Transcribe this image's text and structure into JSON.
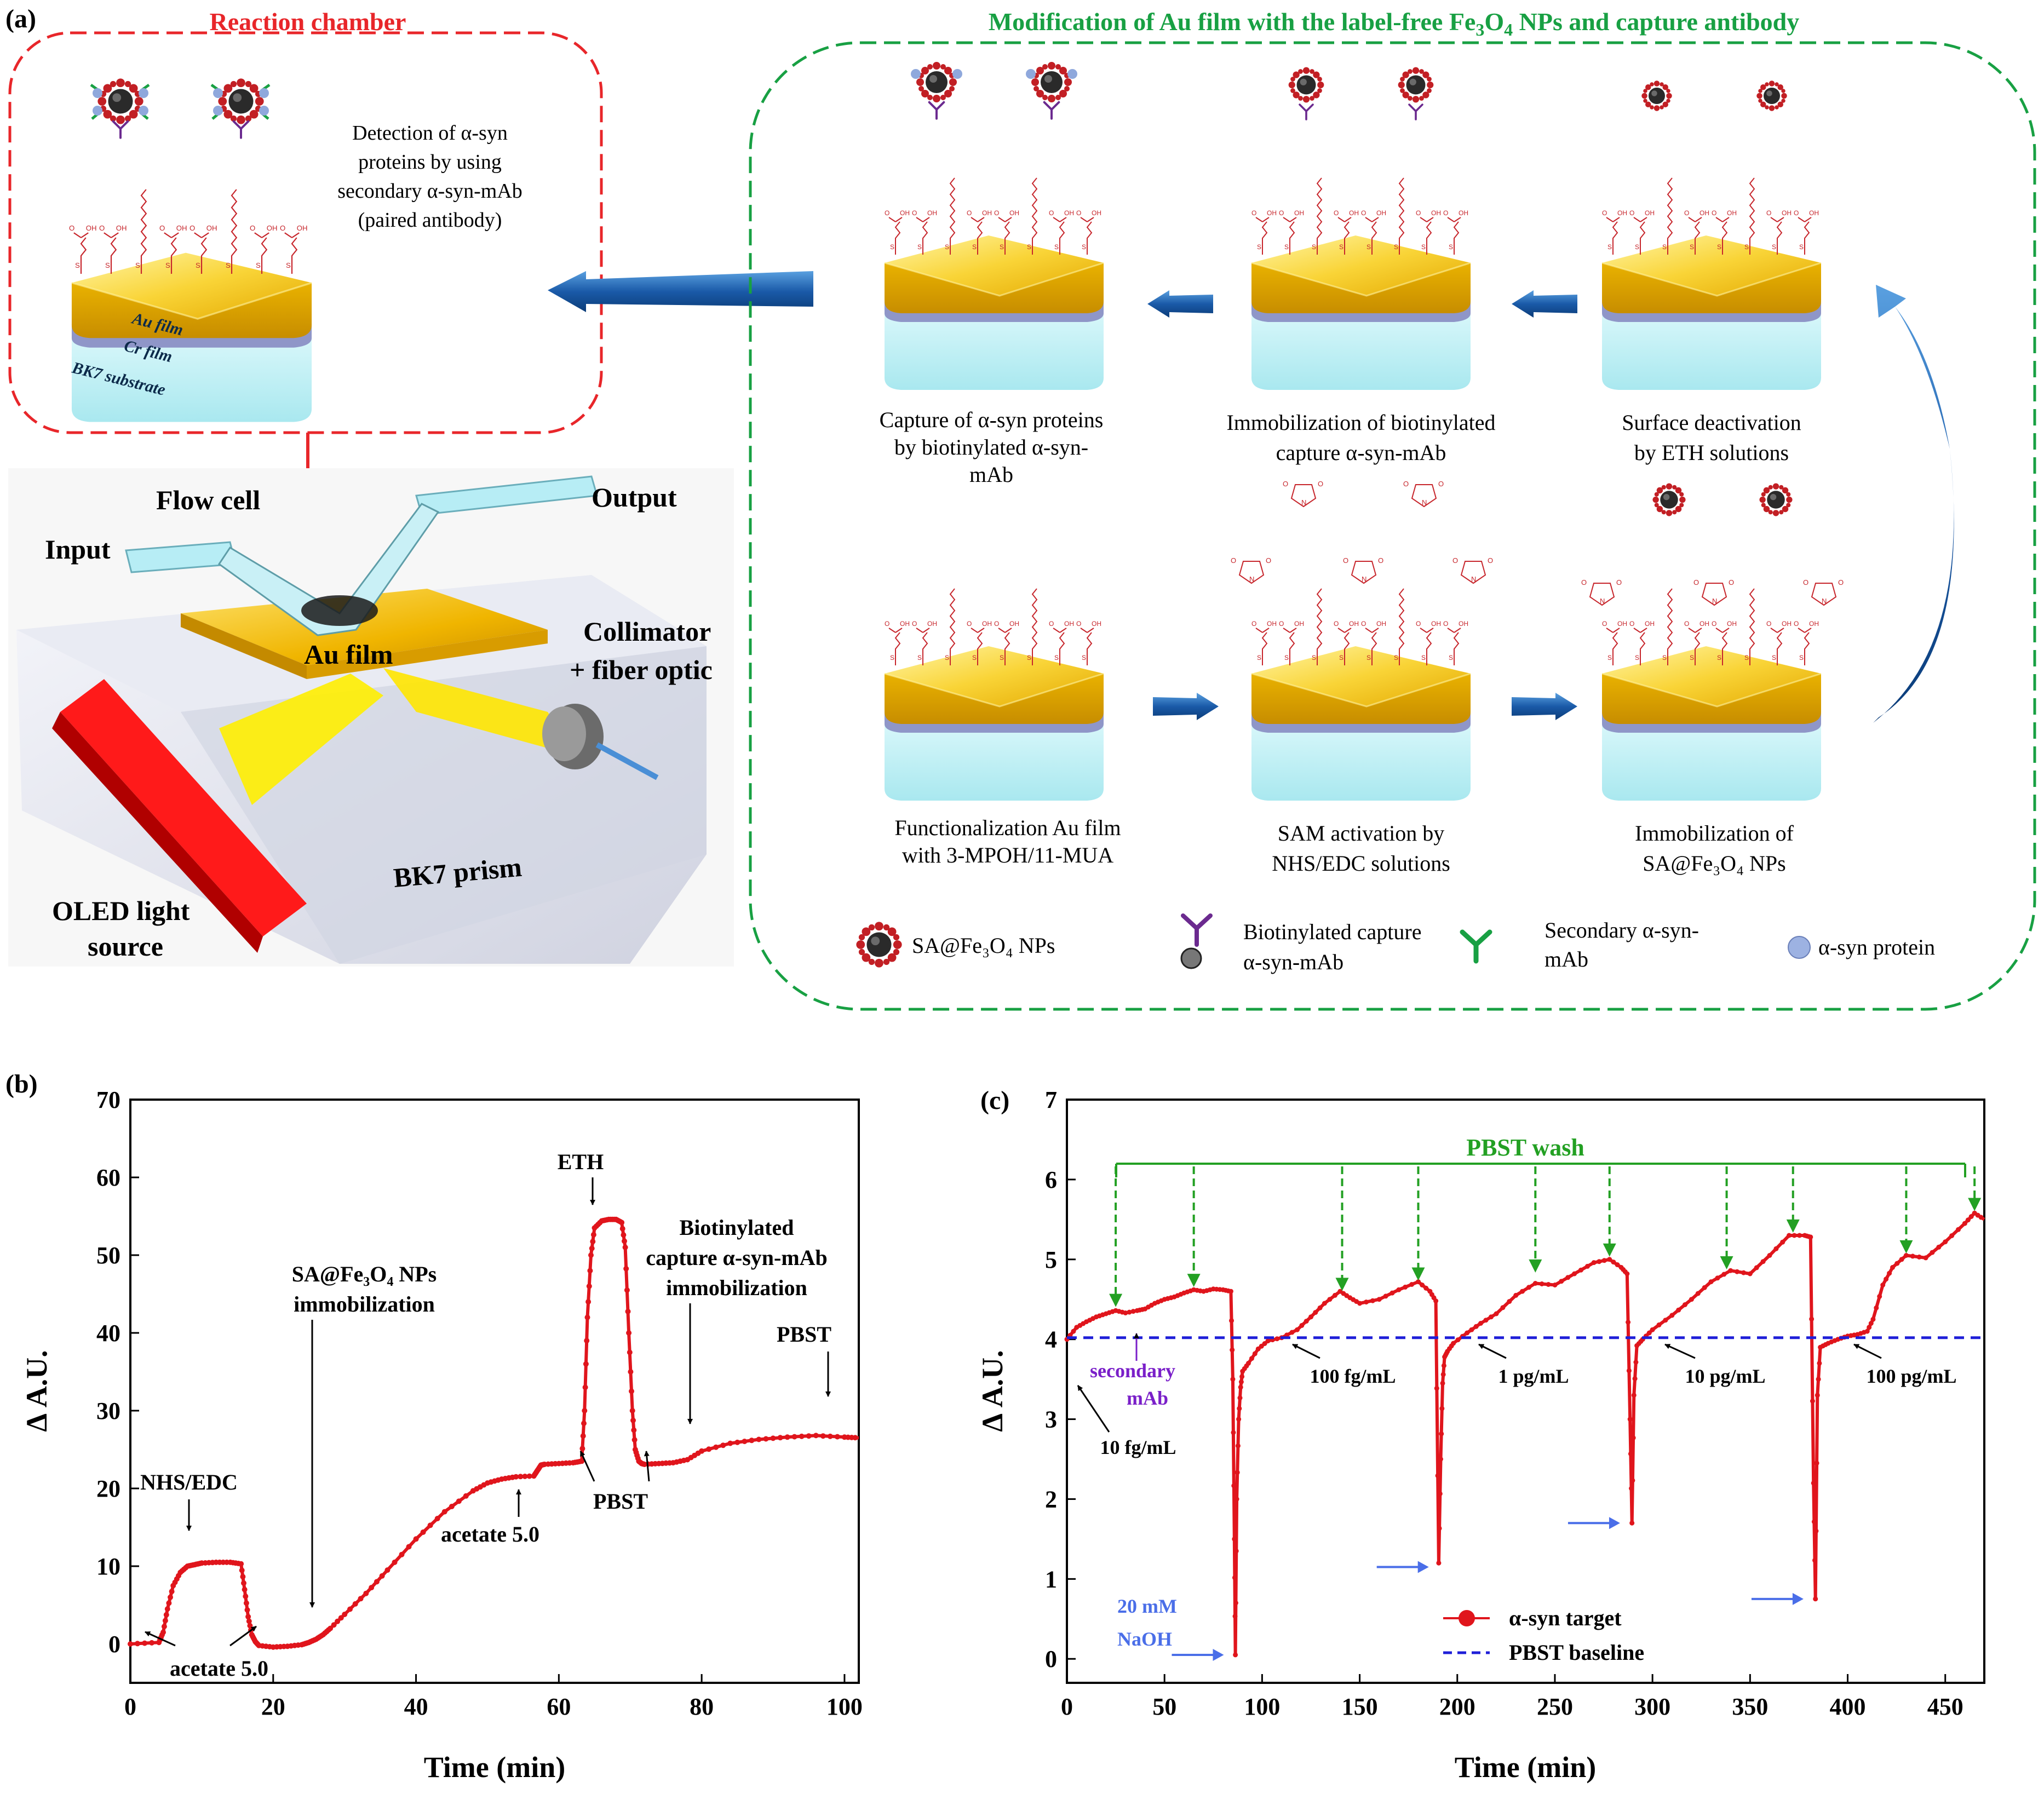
{
  "panel_a": {
    "label": "(a)",
    "reaction_chamber": {
      "title": "Reaction chamber",
      "detection_text": [
        "Detection of α-syn",
        "proteins by using",
        "secondary α-syn-mAb",
        "(paired antibody)"
      ],
      "layer_labels": [
        "Au film",
        "Cr film",
        "BK7 substrate"
      ]
    },
    "setup": {
      "flow_cell": "Flow cell",
      "output": "Output",
      "input": "Input",
      "au_film": "Au film",
      "collimator": [
        "Collimator",
        "+ fiber optic"
      ],
      "oled": [
        "OLED light",
        "source"
      ],
      "prism": "BK7 prism"
    },
    "modification": {
      "title_prefix": "Modification of Au film with the label-free Fe",
      "title_sub1": "3",
      "title_mid": "O",
      "title_sub2": "4",
      "title_suffix": " NPs and capture antibody",
      "steps": {
        "capture": [
          "Capture of α-syn proteins",
          "by biotinylated α-syn-",
          "mAb"
        ],
        "immob_biotin": [
          "Immobilization of biotinylated",
          "capture α-syn-mAb"
        ],
        "deactivation": [
          "Surface deactivation",
          "by ETH solutions"
        ],
        "functionalization": [
          "Functionalization Au film",
          "with 3-MPOH/11-MUA"
        ],
        "sam_activation": [
          "SAM activation by",
          "NHS/EDC solutions"
        ],
        "immob_np": [
          "Immobilization of",
          "SA@Fe₃O₄ NPs"
        ]
      },
      "legend": {
        "np": "SA@Fe₃O₄ NPs",
        "capture_mab": [
          "Biotinylated capture",
          "α-syn-mAb"
        ],
        "secondary_mab": [
          "Secondary α-syn-",
          "mAb"
        ],
        "protein": "α-syn protein"
      }
    },
    "colors": {
      "red_box": "#e8262a",
      "green_box": "#18a043",
      "gold": "#f4c20d",
      "glass": "#bfeff4",
      "arrow_blue": "#1f5fa8"
    }
  },
  "panel_b": {
    "label": "(b)",
    "annotations": {
      "nhs": "NHS/EDC",
      "acetate_bottom": "acetate 5.0",
      "sa_np": [
        "SA@Fe₃O₄ NPs",
        "immobilization"
      ],
      "acetate_mid": "acetate 5.0",
      "eth": "ETH",
      "pbst_mid": "PBST",
      "biotin": [
        "Biotinylated",
        "capture α-syn-mAb",
        "immobilization"
      ],
      "pbst_end": "PBST"
    }
  },
  "panel_c": {
    "label": "(c)",
    "annotations": {
      "pbst_wash": "PBST wash",
      "secondary": [
        "secondary",
        "mAb"
      ],
      "conc": [
        "10 fg/mL",
        "100 fg/mL",
        "1 pg/mL",
        "10 pg/mL",
        "100 pg/mL"
      ],
      "naoh": [
        "20 mM",
        "NaOH"
      ]
    },
    "legend": {
      "target": "α-syn target",
      "baseline": "PBST baseline"
    }
  },
  "chart_data": [
    {
      "type": "line",
      "xlabel": "Time (min)",
      "ylabel": "Δ A.U.",
      "xlim": [
        0,
        102
      ],
      "ylim": [
        -5,
        70
      ],
      "xticks": [
        0,
        20,
        40,
        60,
        80,
        100
      ],
      "yticks": [
        0,
        10,
        20,
        30,
        40,
        50,
        60,
        70
      ],
      "series": [
        {
          "color": "#e0151c",
          "x": [
            0,
            4,
            4.6,
            5.2,
            6,
            7,
            8,
            9,
            10,
            12,
            14,
            15.5,
            16,
            16.5,
            17,
            17.5,
            18,
            20,
            22,
            24,
            25,
            26,
            27,
            28,
            30,
            33,
            36,
            40,
            44,
            48,
            50,
            52,
            54,
            56.5,
            57,
            57.5,
            58,
            60,
            62,
            63.2,
            63.6,
            64,
            64.5,
            65,
            66,
            67,
            68,
            68.8,
            69.3,
            69.8,
            70.3,
            70.7,
            71.2,
            71.6,
            72,
            74,
            76,
            78,
            80,
            84,
            88,
            92,
            96,
            100,
            102
          ],
          "y": [
            0,
            0.2,
            1.5,
            4.5,
            7.5,
            9.2,
            10,
            10.2,
            10.4,
            10.5,
            10.5,
            10.3,
            7,
            3.5,
            1.2,
            0.3,
            -0.2,
            -0.4,
            -0.3,
            -0.1,
            0.2,
            0.6,
            1.2,
            2,
            3.8,
            6.5,
            9.5,
            13.5,
            17,
            19.7,
            20.7,
            21.2,
            21.5,
            21.6,
            22.3,
            23,
            23.1,
            23.2,
            23.3,
            23.5,
            30,
            42,
            50,
            53.5,
            54.4,
            54.6,
            54.6,
            54.2,
            51,
            40,
            30,
            25,
            23.5,
            23.2,
            23.1,
            23.2,
            23.3,
            23.7,
            24.8,
            25.8,
            26.3,
            26.6,
            26.8,
            26.6,
            26.5
          ]
        }
      ]
    },
    {
      "type": "line",
      "xlabel": "Time (min)",
      "ylabel": "Δ A.U.",
      "xlim": [
        0,
        470
      ],
      "ylim": [
        -0.3,
        7
      ],
      "xticks": [
        0,
        50,
        100,
        150,
        200,
        250,
        300,
        350,
        400,
        450
      ],
      "yticks": [
        0,
        1,
        2,
        3,
        4,
        5,
        6,
        7
      ],
      "series": [
        {
          "name": "α-syn target",
          "color": "#e0151c",
          "x": [
            0,
            5,
            10,
            15,
            20,
            25,
            30,
            36,
            40,
            45,
            50,
            55,
            60,
            65,
            70,
            75,
            80,
            84,
            85,
            85.8,
            86.3,
            87,
            88,
            89,
            90,
            93,
            98,
            103,
            110,
            118,
            125,
            132,
            140,
            145,
            150,
            160,
            170,
            180,
            186,
            189,
            190.5,
            191.5,
            192.5,
            193.5,
            195,
            198,
            205,
            212,
            220,
            230,
            240,
            250,
            260,
            270,
            278,
            284,
            287,
            288.5,
            289.5,
            290.5,
            292,
            295,
            300,
            310,
            320,
            330,
            340,
            350,
            360,
            370,
            378,
            381,
            382.5,
            383.5,
            384.5,
            386,
            390,
            395,
            400,
            405,
            410,
            413,
            418,
            423,
            430,
            440,
            450,
            460,
            465,
            470
          ],
          "y": [
            4.0,
            4.15,
            4.22,
            4.28,
            4.32,
            4.36,
            4.33,
            4.36,
            4.38,
            4.45,
            4.5,
            4.53,
            4.58,
            4.62,
            4.6,
            4.63,
            4.62,
            4.6,
            3.5,
            1.5,
            0.05,
            2.0,
            3.0,
            3.4,
            3.6,
            3.7,
            3.88,
            3.98,
            4.02,
            4.12,
            4.28,
            4.45,
            4.6,
            4.52,
            4.45,
            4.5,
            4.62,
            4.72,
            4.6,
            4.48,
            1.2,
            2.5,
            3.45,
            3.78,
            3.85,
            3.95,
            4.08,
            4.2,
            4.32,
            4.55,
            4.7,
            4.68,
            4.82,
            4.96,
            5.0,
            4.9,
            4.82,
            3.0,
            1.7,
            3.3,
            3.92,
            4.0,
            4.12,
            4.3,
            4.5,
            4.72,
            4.86,
            4.82,
            5.05,
            5.3,
            5.3,
            5.28,
            2.2,
            0.75,
            3.3,
            3.9,
            3.95,
            4.0,
            4.04,
            4.06,
            4.1,
            4.25,
            4.68,
            4.9,
            5.05,
            5.02,
            5.22,
            5.45,
            5.58,
            5.5
          ],
          "marker": "circle"
        },
        {
          "name": "PBST baseline",
          "color": "#1f1fd8",
          "dash": true,
          "x": [
            0,
            470
          ],
          "y": [
            4.02,
            4.02
          ]
        }
      ]
    }
  ]
}
